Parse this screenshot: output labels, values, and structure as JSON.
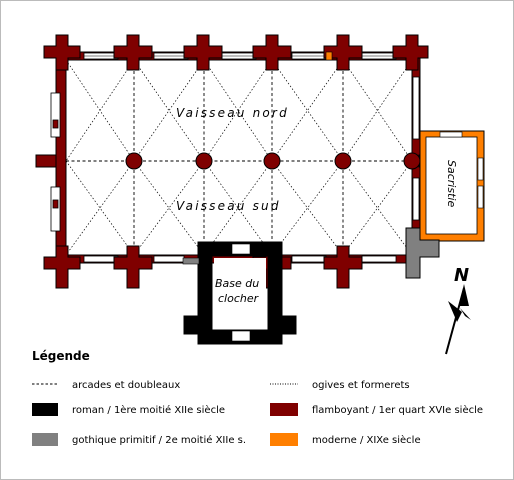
{
  "plan": {
    "vault_north": "Vaisseau nord",
    "vault_south": "Vaisseau sud",
    "sacristy": "Sacristie",
    "bell_tower_line1": "Base du",
    "bell_tower_line2": "clocher",
    "north_letter": "N"
  },
  "legend": {
    "title": "Légende",
    "items": [
      {
        "label": "arcades et doubleaux",
        "symbol": "dashed-line"
      },
      {
        "label": "ogives et formerets",
        "symbol": "dotted-line"
      },
      {
        "label": "roman / 1ère moitié XIIe siècle",
        "symbol": "swatch",
        "color": "#000000"
      },
      {
        "label": "flamboyant / 1er quart XVIe siècle",
        "symbol": "swatch",
        "color": "#7f0000"
      },
      {
        "label": "gothique primitif / 2e moitié XIIe s.",
        "symbol": "swatch",
        "color": "#808080"
      },
      {
        "label": "moderne / XIXe siècle",
        "symbol": "swatch",
        "color": "#ff7f00"
      }
    ]
  },
  "colors": {
    "romanesque": "#000000",
    "flamboyant": "#7f0000",
    "early_gothic": "#808080",
    "modern": "#ff7f00"
  }
}
